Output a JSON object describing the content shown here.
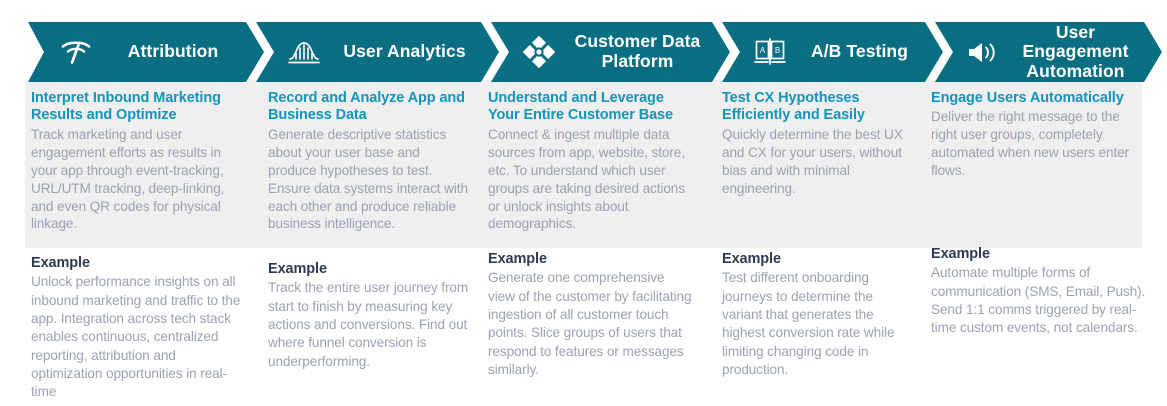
{
  "theme": {
    "header_teal": "#0a6e83",
    "band_grey": "#efefef",
    "title_blue": "#1294bb",
    "body_grey": "#9aa3b0",
    "example_navy": "#2f3b52",
    "page_background": "#ffffff"
  },
  "columns": [
    {
      "id": "attribution",
      "icon": "broadcast-antenna-icon",
      "header": "Attribution",
      "desc_title": "Interpret Inbound Marketing Results and Optimize",
      "desc_body": "Track marketing and user engagement efforts as results in your app through event-tracking, URL/UTM tracking, deep-linking, and even QR codes for physical linkage.",
      "example_label": "Example",
      "example_body": "Unlock performance insights on all inbound marketing and traffic to the app. Integration across tech stack enables continuous, centralized reporting, attribution and optimization opportunities in real-time"
    },
    {
      "id": "user-analytics",
      "icon": "bell-curve-chart-icon",
      "header": "User Analytics",
      "desc_title": "Record and Analyze App and Business  Data",
      "desc_body": "Generate descriptive statistics about your user base and produce hypotheses to test. Ensure data systems interact with each other and produce reliable business intelligence.",
      "example_label": "Example",
      "example_body": "Track the entire user journey from start to finish by measuring key actions and conversions. Find out where funnel conversion is underperforming."
    },
    {
      "id": "customer-data-platform",
      "icon": "diamond-hub-icon",
      "header": "Customer Data\nPlatform",
      "desc_title": "Understand and Leverage Your Entire Customer Base",
      "desc_body": "Connect & ingest multiple data sources from app, website, store, etc. To understand which user groups are taking desired actions or unlock insights about demographics.",
      "example_label": "Example",
      "example_body": "Generate one comprehensive view of the customer by facilitating ingestion of all customer touch points. Slice groups of users that respond to features or messages similarly."
    },
    {
      "id": "ab-testing",
      "icon": "ab-split-test-icon",
      "header": "A/B Testing",
      "desc_title": "Test CX Hypotheses Efficiently and Easily",
      "desc_body": "Quickly determine the best UX and CX for your users, without bias and with minimal engineering.",
      "example_label": "Example",
      "example_body": "Test different onboarding journeys to determine the variant that generates the highest conversion rate while limiting changing code in production."
    },
    {
      "id": "user-engagement-automation",
      "icon": "megaphone-icon",
      "header": "User Engagement\nAutomation",
      "desc_title": "Engage Users Automatically",
      "desc_body": "Deliver the right message to the right user groups, completely automated when new users enter flows.",
      "example_label": "Example",
      "example_body": "Automate multiple forms of communication (SMS, Email, Push). Send 1:1 comms triggered by real-time custom events, not calendars."
    }
  ]
}
